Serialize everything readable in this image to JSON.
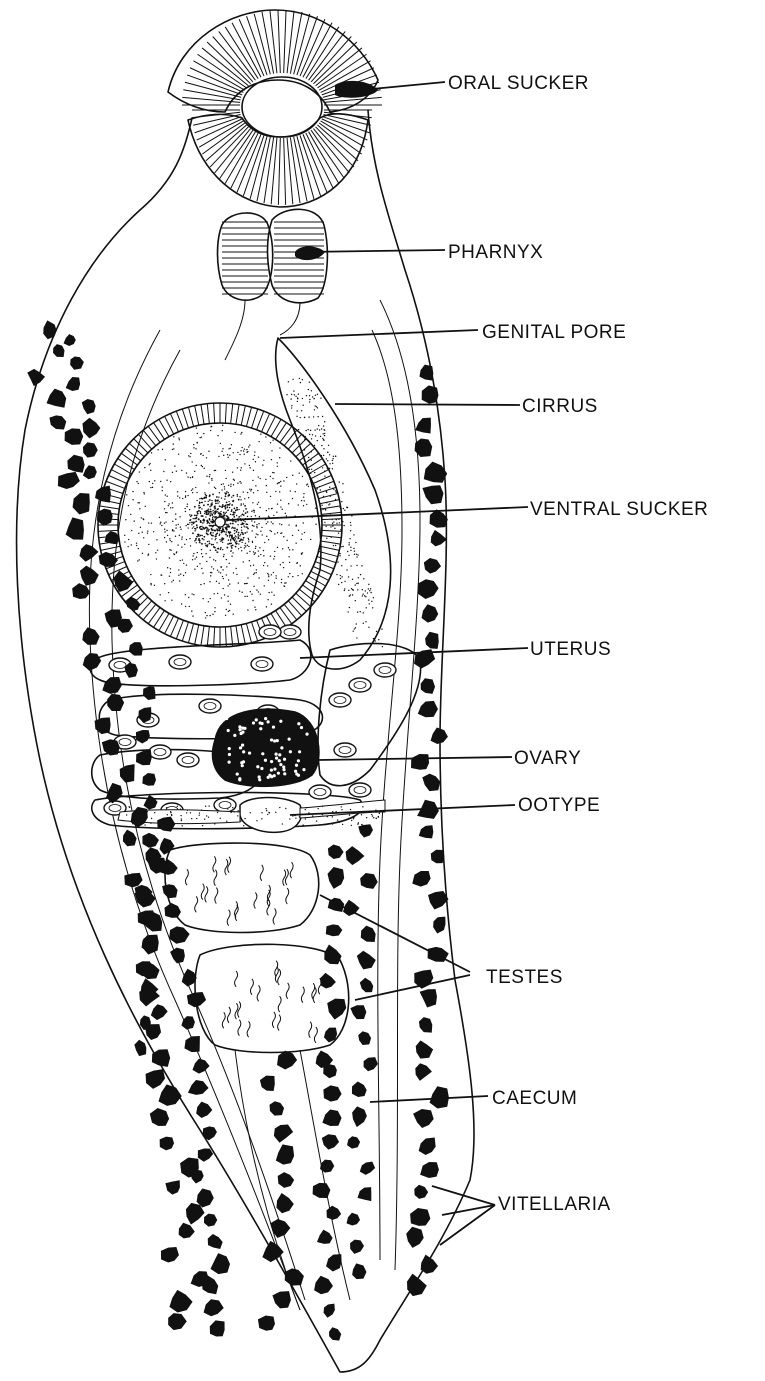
{
  "labels": {
    "oral_sucker": "ORAL SUCKER",
    "pharynx": "PHARNYX",
    "genital_pore": "GENITAL PORE",
    "cirrus": "CIRRUS",
    "ventral_sucker": "VENTRAL SUCKER",
    "uterus": "UTERUS",
    "ovary": "OVARY",
    "ootype": "OOTYPE",
    "testes": "TESTES",
    "caecum": "CAECUM",
    "vitellaria": "VITELLARIA"
  },
  "colors": {
    "ink": "#111111",
    "paper": "#ffffff"
  }
}
